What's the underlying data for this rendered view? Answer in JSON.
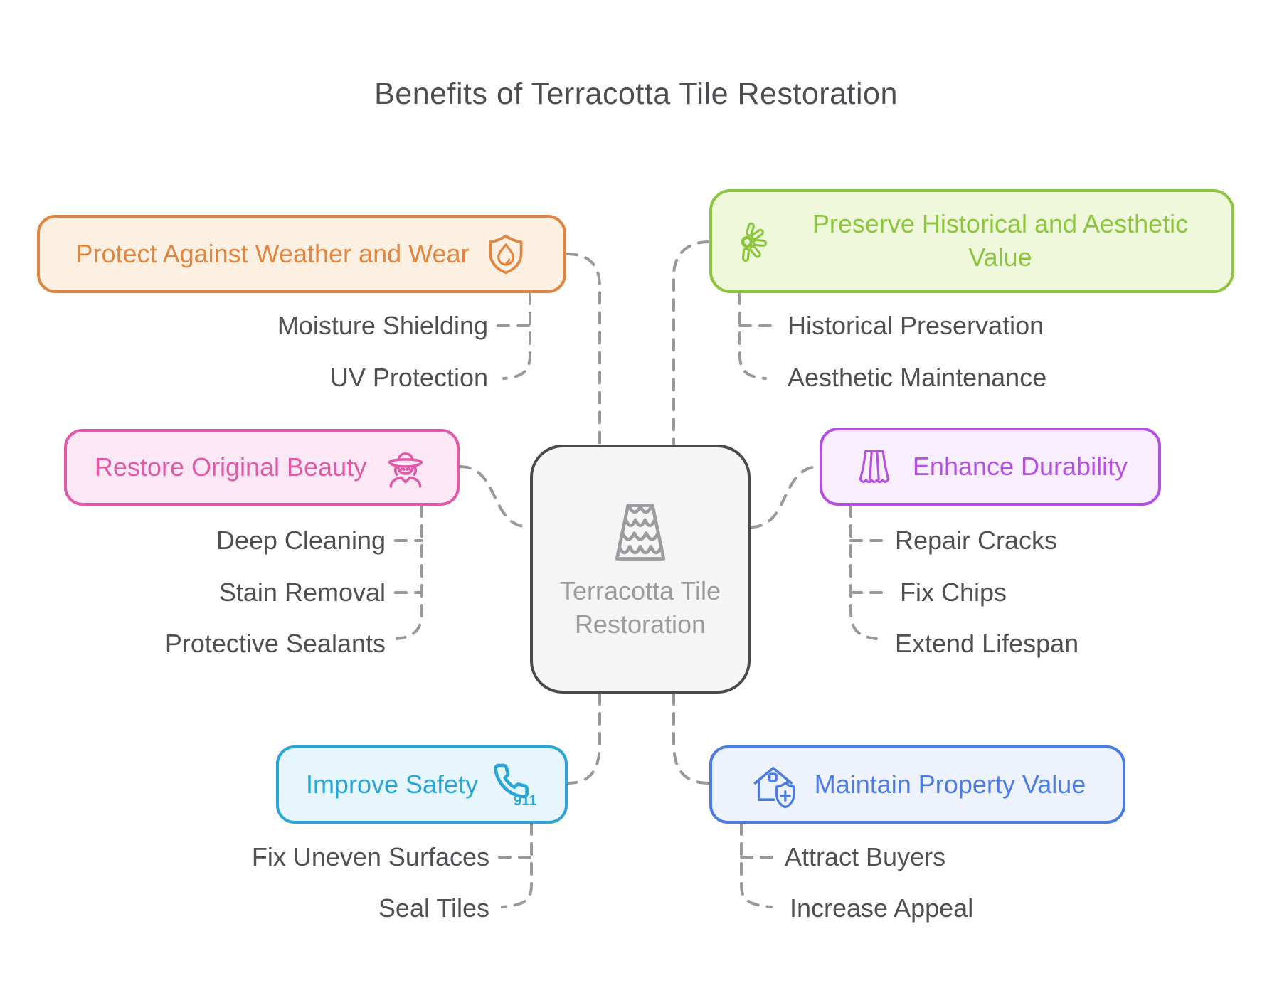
{
  "title": "Benefits of Terracotta Tile Restoration",
  "center": {
    "label": "Terracotta Tile Restoration",
    "icon": "roof-tiles-icon"
  },
  "branches": [
    {
      "label": "Protect Against Weather and Wear",
      "icon": "shield-droplet-icon",
      "accent": "#E08640",
      "background": "#FCF0E3",
      "children": [
        "Moisture Shielding",
        "UV Protection"
      ]
    },
    {
      "label": "Preserve Historical and Aesthetic Value",
      "icon": "spark-icon",
      "accent": "#8CC63F",
      "background": "#F0F8DC",
      "children": [
        "Historical Preservation",
        "Aesthetic Maintenance"
      ]
    },
    {
      "label": "Restore Original Beauty",
      "icon": "cowboy-icon",
      "accent": "#E159A7",
      "background": "#FCE8F5",
      "children": [
        "Deep Cleaning",
        "Stain Removal",
        "Protective Sealants"
      ]
    },
    {
      "label": "Enhance Durability",
      "icon": "curtain-icon",
      "accent": "#B551E1",
      "background": "#F8EEFD",
      "children": [
        "Repair Cracks",
        "Fix Chips",
        "Extend Lifespan"
      ]
    },
    {
      "label": "Improve Safety",
      "icon": "phone-911-icon",
      "icon_text": "911",
      "accent": "#29A5D6",
      "background": "#E7F6FC",
      "children": [
        "Fix Uneven Surfaces",
        "Seal Tiles"
      ]
    },
    {
      "label": "Maintain Property Value",
      "icon": "house-shield-icon",
      "accent": "#4C7CE2",
      "background": "#EDF2FC",
      "children": [
        "Attract Buyers",
        "Increase Appeal"
      ]
    }
  ],
  "connector_color": "#999999",
  "center_style": {
    "border": "#4A4A4A",
    "background": "#F5F5F5",
    "text": "#9C9CA0"
  }
}
